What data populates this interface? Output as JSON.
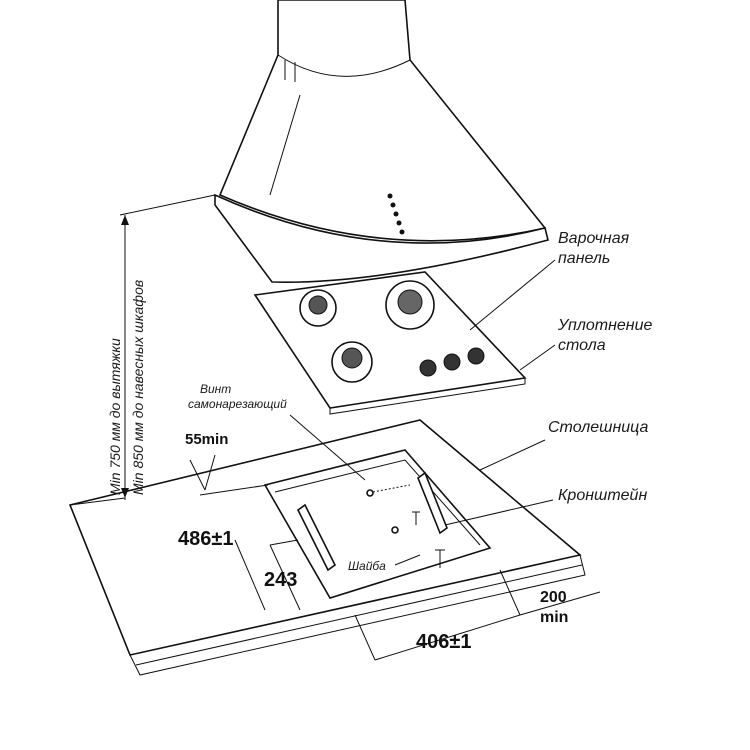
{
  "labels": {
    "hob_line1": "Варочная",
    "hob_line2": "панель",
    "seal_line1": "Уплотнение",
    "seal_line2": "стола",
    "countertop": "Столешница",
    "bracket": "Кронштейн",
    "screw_line1": "Винт",
    "screw_line2": "самонарезающий",
    "washer": "Шайба"
  },
  "dimensions": {
    "min_edge": "55min",
    "depth": "486±1",
    "half": "243",
    "width": "406±1",
    "rear_value": "200",
    "rear_unit": "min",
    "hood_height": "Min 750 мм до вытяжки",
    "cabinet_height": "Min 850 мм до навесных шкафов"
  }
}
